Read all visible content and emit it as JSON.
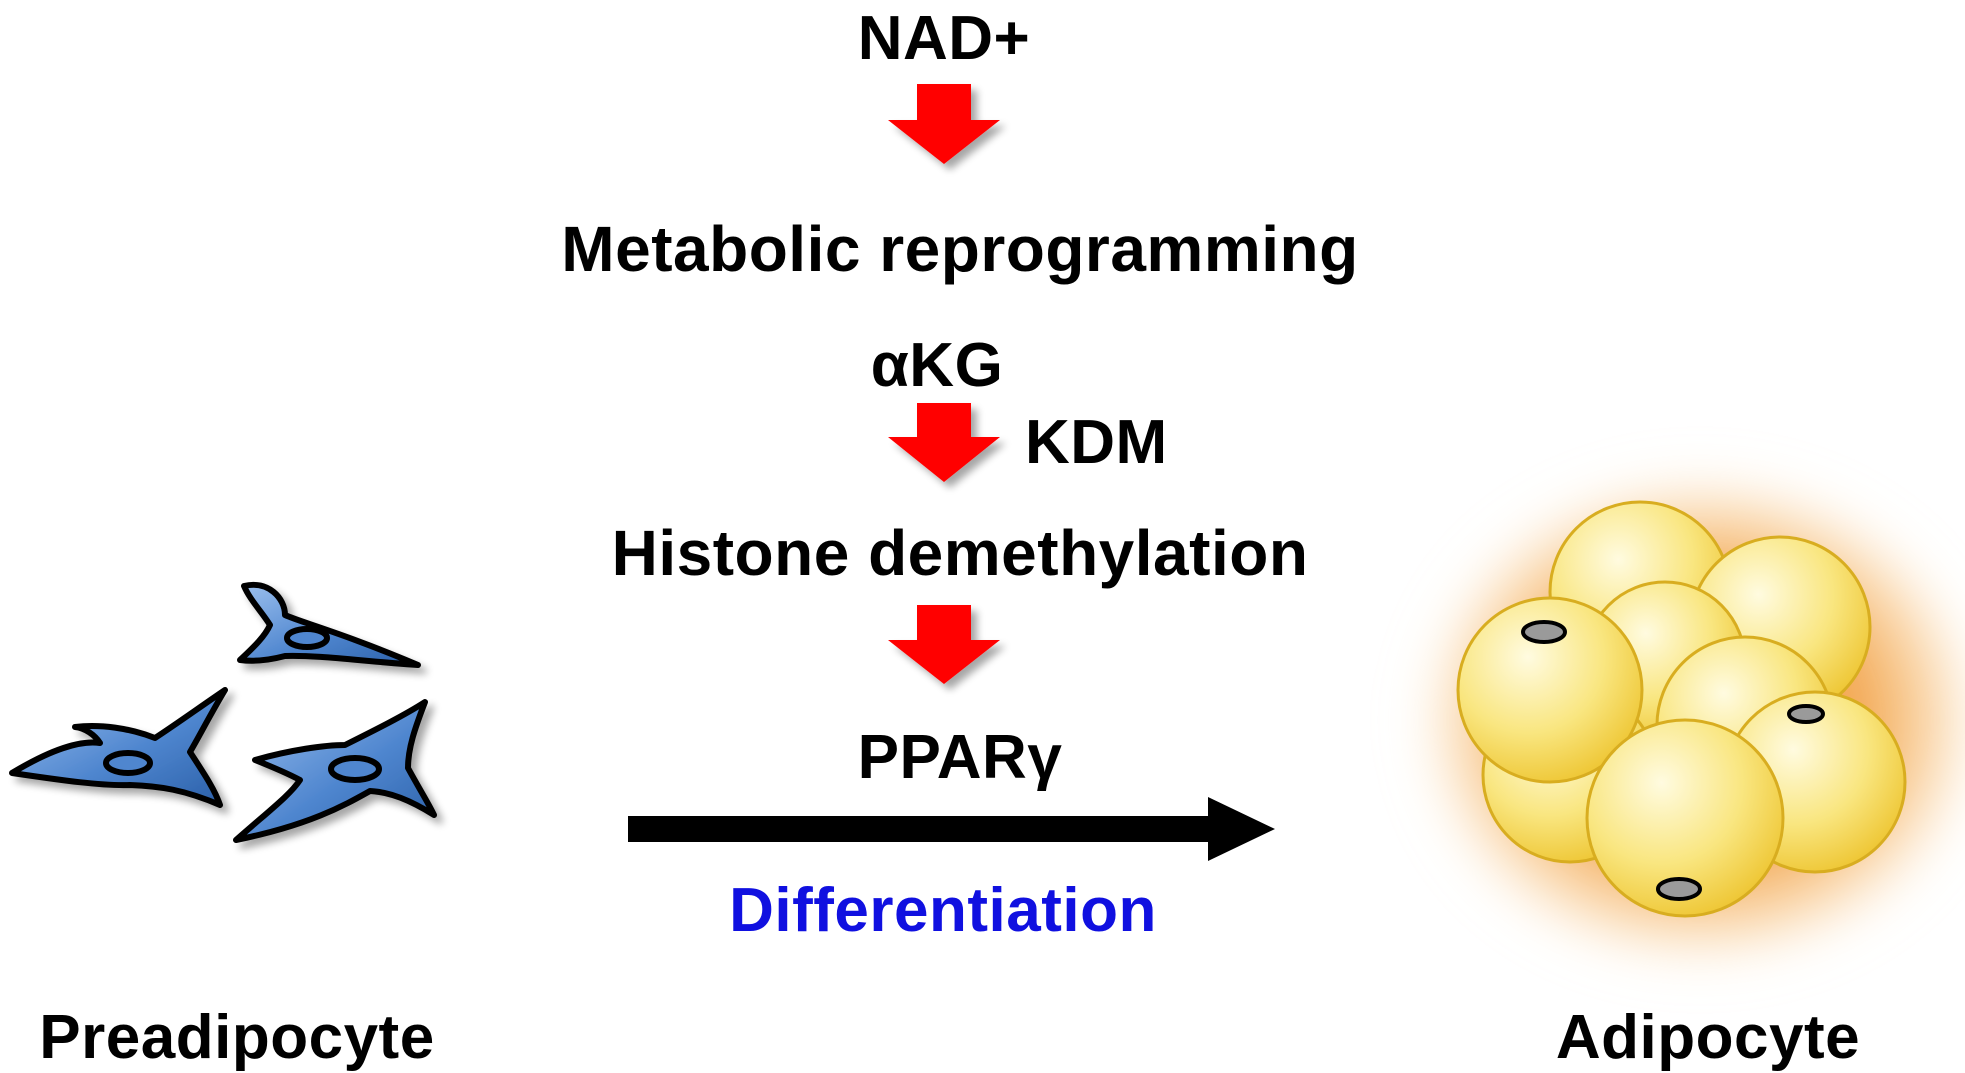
{
  "diagram": {
    "pathway": {
      "nad": "NAD+",
      "metabolic": "Metabolic reprogramming",
      "akg": "αKG",
      "kdm": "KDM",
      "histone": "Histone demethylation",
      "ppar": "PPARγ"
    },
    "process": {
      "differentiation": "Differentiation"
    },
    "cells": {
      "preadipocyte": "Preadipocyte",
      "adipocyte": "Adipocyte"
    },
    "colors": {
      "arrow_red": "#ff0000",
      "arrow_black": "#000000",
      "differentiation_text": "#1010e0",
      "preadipocyte_fill": "#4a7fc4",
      "adipocyte_fill": "#f7dc5a",
      "adipocyte_glow": "#f4a64a"
    }
  }
}
